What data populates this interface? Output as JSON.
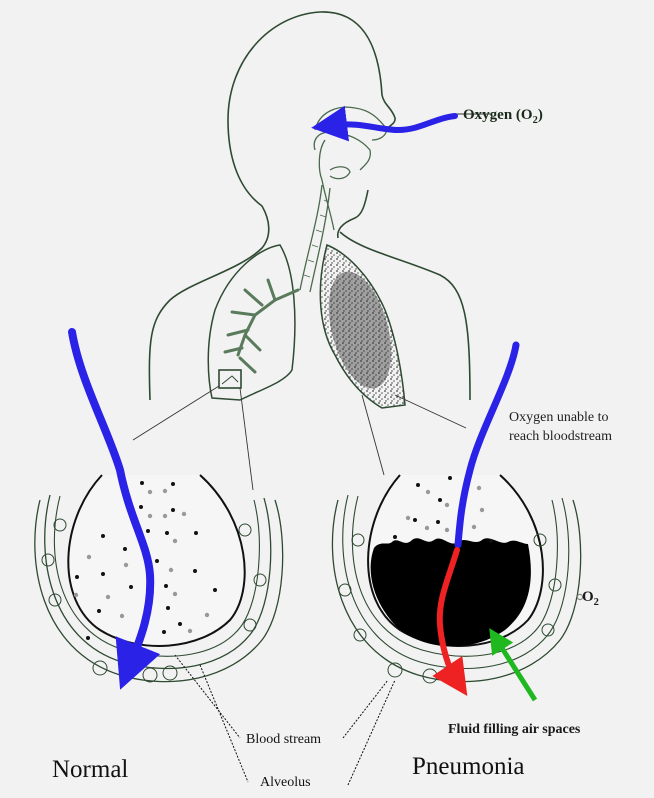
{
  "diagram": {
    "type": "medical-illustration",
    "subject": "Oxygen flow in normal lungs vs. pneumonia",
    "colors": {
      "background": "#f2f2f2",
      "outline": "#2f4a32",
      "oxygen_flow": "#2a22e6",
      "blocked_flow": "#ee2222",
      "fluid": "#000000",
      "pointer_arrow": "#1fb81f"
    }
  },
  "labels": {
    "oxygen": "Oxygen (O",
    "oxygen_sub": "2",
    "oxygen_close": ")",
    "unable_line1": "Oxygen unable to",
    "unable_line2": "reach bloodstream",
    "o2_legend": "O",
    "o2_legend_sub": "2",
    "fluid": "Fluid filling air spaces",
    "blood_stream": "Blood stream",
    "alveolus": "Alveolus",
    "normal": "Normal",
    "pneumonia": "Pneumonia"
  },
  "panels": [
    {
      "id": "normal",
      "title": "Normal",
      "state": "oxygen reaches bloodstream"
    },
    {
      "id": "pneumonia",
      "title": "Pneumonia",
      "state": "fluid blocks oxygen"
    }
  ]
}
